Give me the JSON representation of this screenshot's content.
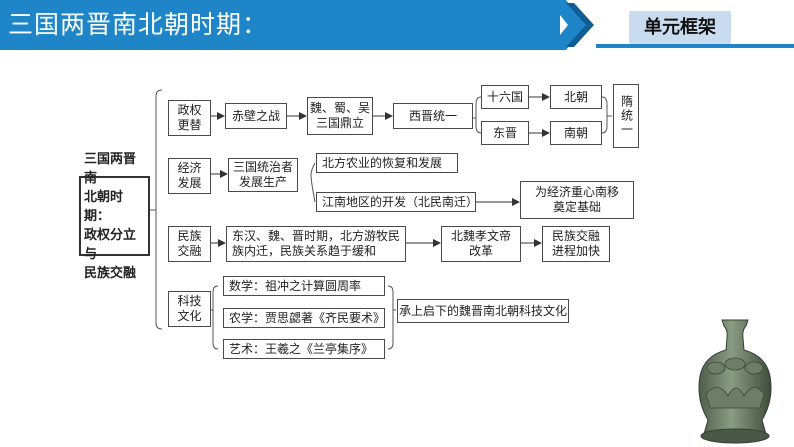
{
  "header": {
    "title": "三国两晋南北朝时期：",
    "badge": "单元框架",
    "colors": {
      "bar": "#1e86c8",
      "bar_dark": "#0f5d93",
      "badge_bg": "#c9dcef"
    }
  },
  "root": {
    "lines": [
      "三国两晋南",
      "北朝时期：",
      "政权分立与",
      "民族交融"
    ]
  },
  "categories": {
    "politics": {
      "lines": [
        "政权",
        "更替"
      ]
    },
    "economy": {
      "lines": [
        "经济",
        "发展"
      ]
    },
    "ethnic": {
      "lines": [
        "民族",
        "交融"
      ]
    },
    "science": {
      "lines": [
        "科技",
        "文化"
      ]
    }
  },
  "politics": {
    "chibi": "赤壁之战",
    "three_kingdoms": [
      "魏、蜀、吴",
      "三国鼎立"
    ],
    "western_jin": "西晋统一",
    "sixteen_kingdoms": "十六国",
    "northern": "北朝",
    "eastern_jin": "东晋",
    "southern": "南朝",
    "sui": "隋统一"
  },
  "economy": {
    "rulers": [
      "三国统治者",
      "发展生产"
    ],
    "north": "北方农业的恢复和发展",
    "south": "江南地区的开发（北民南迁）",
    "result": [
      "为经济重心南移",
      "奠定基础"
    ]
  },
  "ethnic": {
    "migration": [
      "东汉、魏、晋时期，北方游牧民",
      "族内迁，民族关系趋于缓和"
    ],
    "reform": [
      "北魏孝文帝",
      "改革"
    ],
    "result": [
      "民族交融",
      "进程加快"
    ]
  },
  "science": {
    "math": "数学：祖冲之计算圆周率",
    "agri": "农学：贾思勰著《齐民要术》",
    "art": "艺术：王羲之《兰亭集序》",
    "summary": "承上启下的魏晋南北朝科技文化"
  }
}
